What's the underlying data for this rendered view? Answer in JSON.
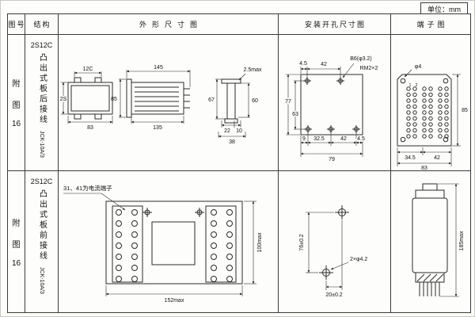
{
  "unit_label": "单位：mm",
  "headers": {
    "fig_no": "图号",
    "structure": "结构",
    "outline": "外形尺寸图",
    "mounting": "安装开孔尺寸图",
    "terminal": "端子图"
  },
  "rows": [
    {
      "fig": [
        "附",
        "图",
        "16"
      ],
      "model": "2S12C",
      "structure": "凸出式板后接线",
      "code": "JCK-10A/3",
      "outline": {
        "front_top": "12C",
        "front_left": "2S",
        "front_width": "83",
        "side_total": "145",
        "side_height": "85",
        "side_body": "135",
        "edge_thickness": "2.5max",
        "edge_h1": "67",
        "edge_h2": "60",
        "edge_w1": "22",
        "edge_w2": "10",
        "edge_w3": "38"
      },
      "mounting": {
        "top_left": "4.5",
        "top_span": "42",
        "hole_spec": "B6(φ3.2)",
        "screw_spec": "RM2×2",
        "left_outer": "77",
        "left_inner": "63",
        "bottom_1": "9",
        "bottom_2": "32.5",
        "bottom_3": "42",
        "bottom_4": "4.5",
        "bottom_total": "79"
      },
      "terminal": {
        "hole": "φ4",
        "col1": "1",
        "col2": "2",
        "height": "85",
        "bottom_1": "34.5",
        "bottom_2": "42",
        "bottom_total": "83"
      }
    },
    {
      "fig": [
        "附",
        "图",
        "16"
      ],
      "model": "2S12C",
      "structure": "凸出式板前接线",
      "code": "JCK-10A/3",
      "outline": {
        "note": "31、41为电流端子",
        "height": "100max",
        "width": "152max"
      },
      "mounting": {
        "vspan": "76±0.2",
        "hole_spec": "2×φ4.2",
        "hspan": "20±0.2"
      },
      "terminal": {
        "height": "185max"
      }
    }
  ]
}
